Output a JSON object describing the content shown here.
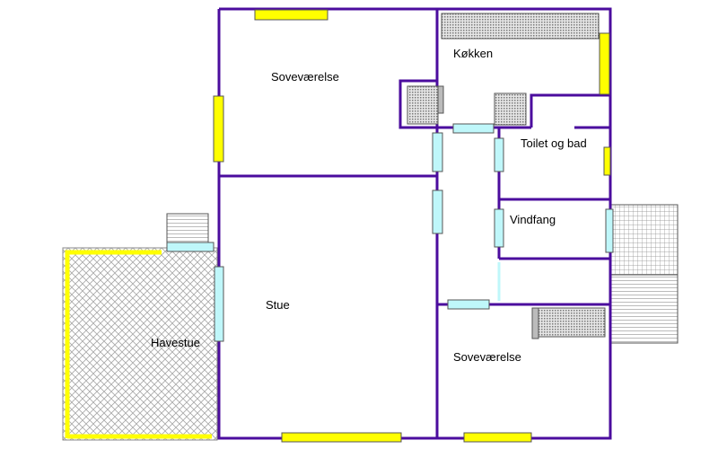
{
  "plan": {
    "rooms": {
      "bedroom_top": "Soveværelse",
      "kitchen": "Køkken",
      "bathroom": "Toilet og bad",
      "entry": "Vindfang",
      "living": "Stue",
      "garden_room": "Havestue",
      "bedroom_bottom": "Soveværelse"
    },
    "colors": {
      "wall": "#4b0c9e",
      "window": "#ffff00",
      "door": "#bff7fa",
      "hatch": "#a0a0a0"
    }
  }
}
